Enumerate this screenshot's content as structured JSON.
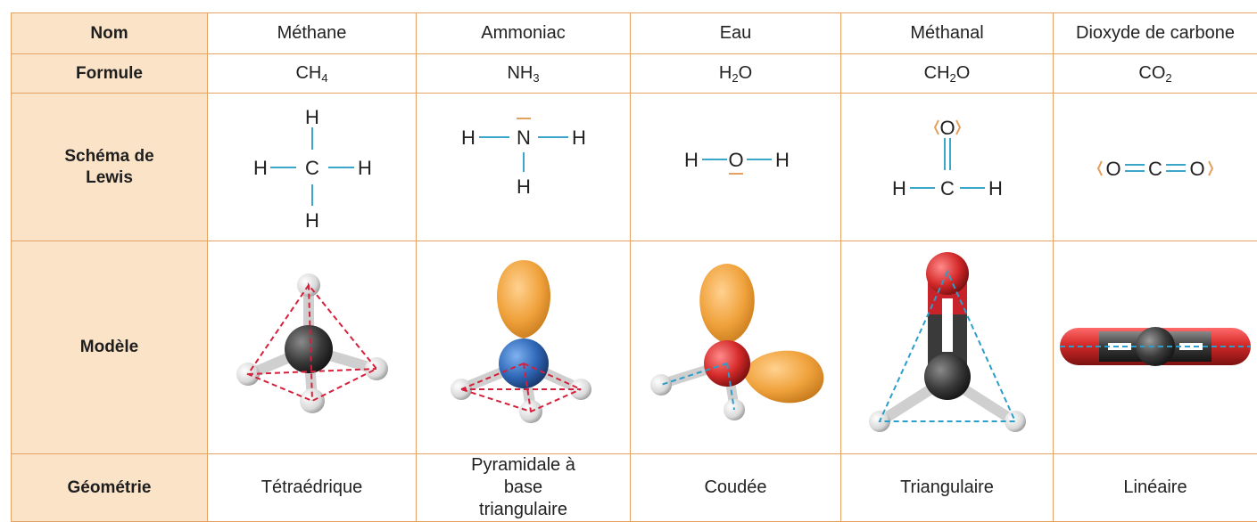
{
  "rows": {
    "nom": "Nom",
    "formule": "Formule",
    "lewis": "Schéma de Lewis",
    "modele": "Modèle",
    "geometrie": "Géométrie"
  },
  "molecules": [
    {
      "nom": "Méthane",
      "formule_base": "CH",
      "formule_sub": "4",
      "formule_tail": "",
      "geometrie": "Tétraédrique"
    },
    {
      "nom": "Ammoniac",
      "formule_base": "NH",
      "formule_sub": "3",
      "formule_tail": "",
      "geometrie": "Pyramidale à base triangulaire"
    },
    {
      "nom": "Eau",
      "formule_base": "H",
      "formule_sub": "2",
      "formule_tail": "O",
      "geometrie": "Coudée"
    },
    {
      "nom": "Méthanal",
      "formule_base": "CH",
      "formule_sub": "2",
      "formule_tail": "O",
      "geometrie": "Triangulaire"
    },
    {
      "nom": "Dioxyde de carbone",
      "formule_base": "CO",
      "formule_sub": "2",
      "formule_tail": "",
      "geometrie": "Linéaire"
    }
  ],
  "atoms": {
    "H": "H",
    "C": "C",
    "N": "N",
    "O": "O"
  },
  "colors": {
    "border": "#e6a262",
    "header_bg": "#fbe3c8",
    "bond": "#3aa6c9",
    "lone_pair": "#e3a15f",
    "carbon": "#3a3a3a",
    "hydrogen": "#e8e8e8",
    "nitrogen": "#2f68b8",
    "oxygen": "#d52a2a",
    "lobe": "#f0a23c",
    "edge_red": "#d6203b",
    "edge_blue": "#2b9ec9"
  }
}
